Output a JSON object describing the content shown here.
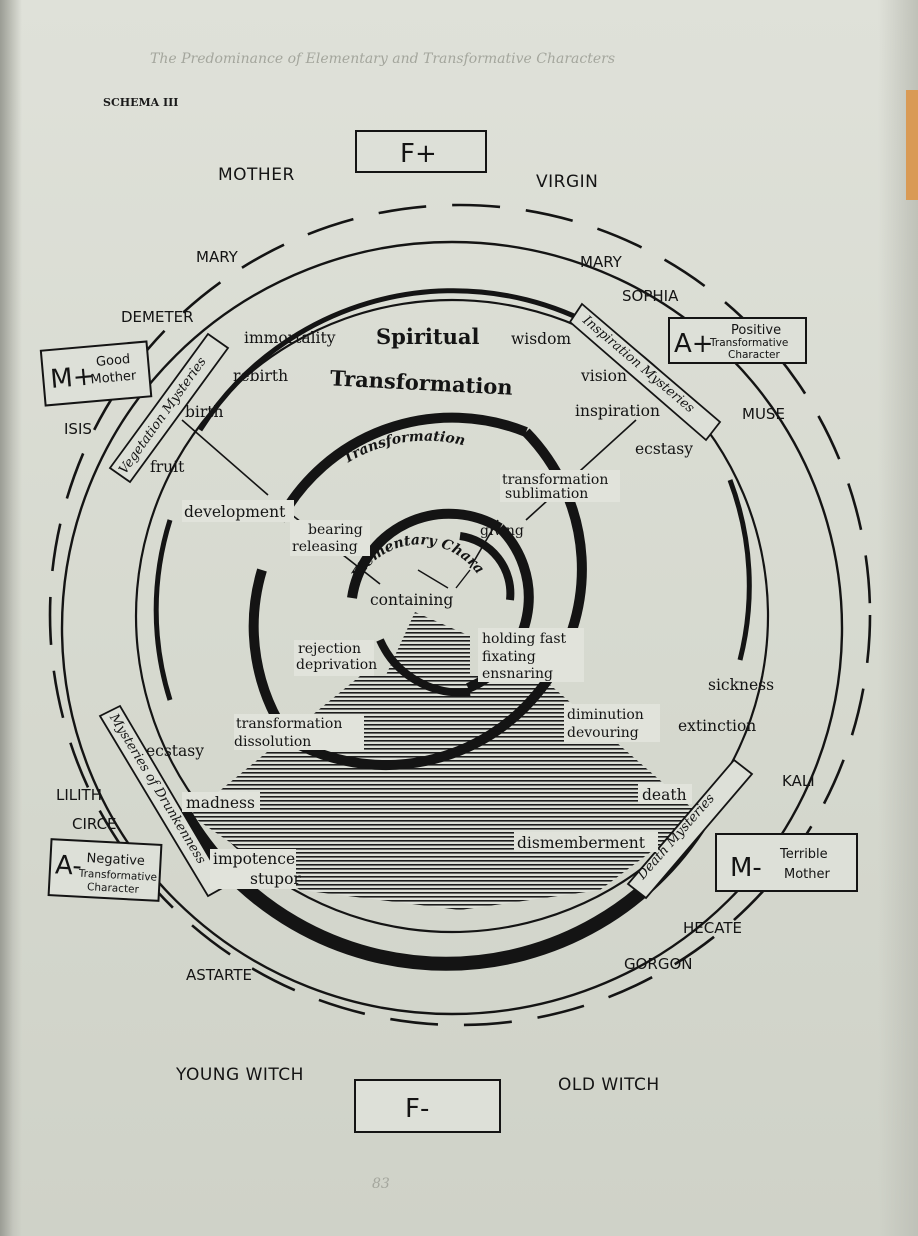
{
  "schema_label": "SCHEMA III",
  "running_head": "The Predominance of Elementary and Transformative Characters",
  "folio": "83",
  "poles": {
    "top": "F+",
    "bottom": "F-",
    "left": {
      "sign": "M+",
      "line1": "Good",
      "line2": "Mother"
    },
    "right_top": {
      "sign": "A+",
      "line1": "Positive",
      "line2": "Transformative",
      "line3": "Character"
    },
    "left_bottom": {
      "sign": "A-",
      "line1": "Negative",
      "line2": "Transformative",
      "line3": "Character"
    },
    "right": {
      "sign": "M-",
      "line1": "Terrible",
      "line2": "Mother"
    }
  },
  "figures": {
    "mother": "MOTHER",
    "virgin": "VIRGIN",
    "mary_left": "MARY",
    "mary_right": "MARY",
    "sophia": "SOPHIA",
    "demeter": "DEMETER",
    "isis": "ISIS",
    "muse": "MUSE",
    "lilith": "LILITH",
    "circe": "CIRCE",
    "kali": "KALI",
    "hecate": "HECATE",
    "gorgon": "GORGON",
    "astarte": "ASTARTE",
    "young_witch": "YOUNG WITCH",
    "old_witch": "OLD WITCH"
  },
  "mysteries": {
    "vegetation": "Vegetation Mysteries",
    "inspiration": "Inspiration Mysteries",
    "drunkenness": "Mysteries of Drunkenness",
    "death": "Death Mysteries"
  },
  "spiritual_ring": {
    "title1": "Spiritual",
    "title2": "Transformation",
    "immortality": "immortality",
    "wisdom": "wisdom",
    "rebirth": "rebirth",
    "vision": "vision",
    "birth": "birth",
    "inspiration": "inspiration",
    "fruit": "fruit",
    "ecstasy_upper": "ecstasy",
    "sickness": "sickness",
    "extinction": "extinction",
    "ecstasy_lower": "ecstasy",
    "madness": "madness",
    "death": "death",
    "dismemberment": "dismemberment",
    "impotence": "impotence",
    "stupor": "stupor"
  },
  "transformation_ring": {
    "title": "Transformation",
    "transformation": "transformation",
    "sublimation": "sublimation",
    "development": "development",
    "transformation_low": "transformation",
    "dissolution": "dissolution",
    "diminution": "diminution",
    "devouring": "devouring"
  },
  "elementary_ring": {
    "title": "Elementary Character",
    "containing": "containing",
    "bearing": "bearing",
    "releasing": "releasing",
    "giving": "giving",
    "rejection": "rejection",
    "deprivation": "deprivation",
    "holding_fast": "holding fast",
    "fixating": "fixating",
    "ensnaring": "ensnaring"
  },
  "colors": {
    "ink": "#141414",
    "paper": "#d9dcd3"
  }
}
